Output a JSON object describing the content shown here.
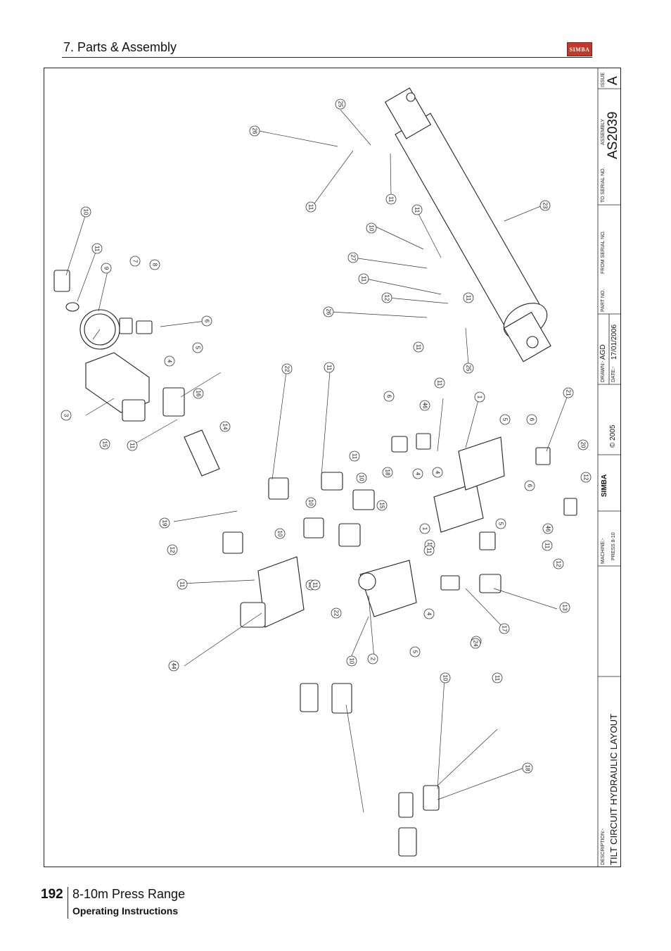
{
  "header": {
    "section_title": "7. Parts & Assembly",
    "logo_text": "SIMBA"
  },
  "footer": {
    "page_number": "192",
    "range_title": "8-10m Press Range",
    "subtitle": "Operating Instructions"
  },
  "title_block": {
    "description_label": "DESCRIPTION:-",
    "description": "TILT CIRCUIT HYDRAULIC LAYOUT",
    "machine_label": "MACHINE:-",
    "machine": "PRESS 8-10",
    "logo_text": "SIMBA",
    "copyright": "© 2005",
    "drawn_label": "DRAWN:-",
    "drawn": "AGD",
    "date_label": "DATE:-",
    "date": "17/01/2006",
    "part_no_label": "PART NO.",
    "from_serial_label": "FROM SERIAL NO.",
    "to_serial_label": "TO SERIAL NO.",
    "assembly_label": "ASSEMBLY",
    "assembly": "AS2039",
    "issue_label": "ISSUE",
    "issue": "A"
  },
  "callouts": [
    "25",
    "26",
    "11",
    "11",
    "23",
    "11",
    "10",
    "27",
    "11",
    "12",
    "11",
    "26",
    "11",
    "25",
    "10",
    "11",
    "9",
    "7",
    "8",
    "6",
    "5",
    "4",
    "3",
    "16",
    "15",
    "11",
    "14",
    "22",
    "11",
    "6",
    "46",
    "11",
    "1",
    "4",
    "5",
    "6",
    "21",
    "20",
    "12",
    "11",
    "10",
    "18",
    "4",
    "6",
    "15",
    "10",
    "1",
    "5",
    "11",
    "46",
    "11",
    "12",
    "19",
    "12",
    "10",
    "11",
    "12",
    "11",
    "11",
    "22",
    "10",
    "4",
    "13",
    "17",
    "5",
    "2",
    "11",
    "44",
    "10",
    "11",
    "24",
    "18"
  ]
}
